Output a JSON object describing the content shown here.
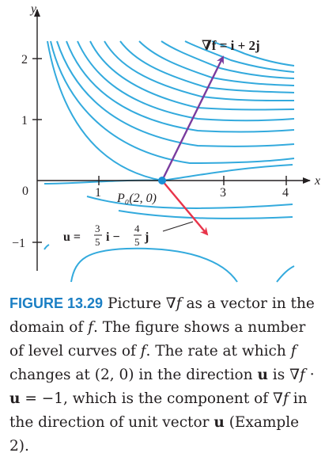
{
  "figure": {
    "axes": {
      "x_label": "x",
      "y_label": "y",
      "x_ticks": [
        "1",
        "3",
        "4"
      ],
      "y_ticks": [
        "0",
        "1",
        "2",
        "−1"
      ]
    },
    "point_label": "P₀(2, 0)",
    "gradient_label": "∇f = i + 2j",
    "unit_vector_label": {
      "lhs": "u =",
      "num1": "3",
      "den1": "5",
      "mid": "i −",
      "num2": "4",
      "den2": "5",
      "rhs": "j"
    },
    "colors": {
      "level_curve": "#33aadd",
      "gradient_vector": "#7a3b9e",
      "unit_vector": "#e8344a",
      "point": "#1a8fd6",
      "axis": "#231f20"
    }
  },
  "caption": {
    "label": "FIGURE 13.29",
    "segments": [
      {
        "t": "Picture ",
        "s": ""
      },
      {
        "t": "∇",
        "s": ""
      },
      {
        "t": "f",
        "s": "it"
      },
      {
        "t": " as a vector in the domain of ",
        "s": ""
      },
      {
        "t": "f",
        "s": "it"
      },
      {
        "t": ". The figure shows a number of level curves of ",
        "s": ""
      },
      {
        "t": "f",
        "s": "it"
      },
      {
        "t": ". The rate at which ",
        "s": ""
      },
      {
        "t": "f",
        "s": "it"
      },
      {
        "t": " changes at (2, 0) in the direction ",
        "s": ""
      },
      {
        "t": "u",
        "s": "bf"
      },
      {
        "t": " is ",
        "s": ""
      },
      {
        "t": "∇",
        "s": ""
      },
      {
        "t": "f",
        "s": "it"
      },
      {
        "t": " · ",
        "s": ""
      },
      {
        "t": "u",
        "s": "bf"
      },
      {
        "t": " = −1, which is the component of ",
        "s": ""
      },
      {
        "t": "∇",
        "s": ""
      },
      {
        "t": "f",
        "s": "it"
      },
      {
        "t": " in the direction of unit vector ",
        "s": ""
      },
      {
        "t": "u",
        "s": "bf"
      },
      {
        "t": " (Example 2).",
        "s": ""
      }
    ]
  }
}
